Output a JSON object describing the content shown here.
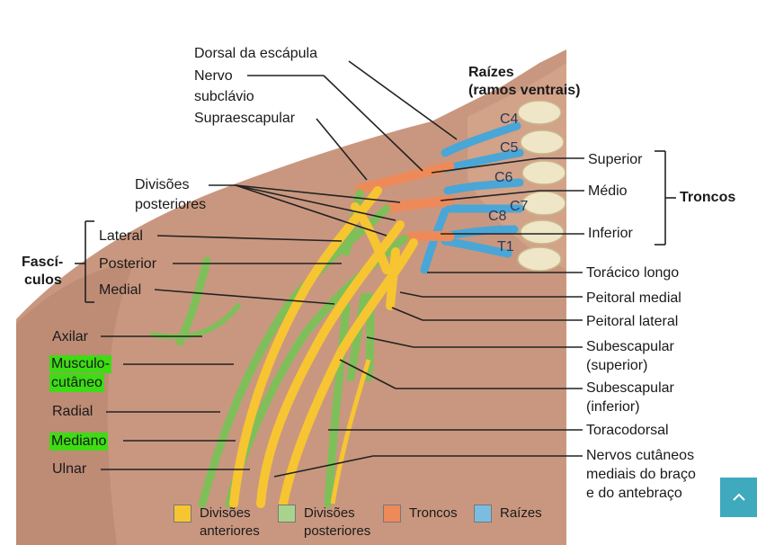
{
  "colors": {
    "anterior": "#f7c531",
    "posterior": "#7fbf5a",
    "trunk": "#ee8a5a",
    "root": "#4aa6d6",
    "highlight": "#3ddc14",
    "scroll_button": "#3fa9bd"
  },
  "labels": {
    "dorsal_escapula": "Dorsal da escápula",
    "nervo_subclavio_1": "Nervo",
    "nervo_subclavio_2": "subclávio",
    "supraescapular": "Supraescapular",
    "divisoes_posteriores_1": "Divisões",
    "divisoes_posteriores_2": "posteriores",
    "raizes_1": "Raízes",
    "raizes_2": "(ramos ventrais)",
    "superior": "Superior",
    "medio": "Médio",
    "inferior": "Inferior",
    "troncos": "Troncos",
    "fasciculos_1": "Fascí-",
    "fasciculos_2": "culos",
    "lateral": "Lateral",
    "posterior": "Posterior",
    "medial": "Medial",
    "toracico_longo": "Torácico longo",
    "peitoral_medial": "Peitoral medial",
    "peitoral_lateral": "Peitoral lateral",
    "subescapular_sup_1": "Subescapular",
    "subescapular_sup_2": "(superior)",
    "subescapular_inf_1": "Subescapular",
    "subescapular_inf_2": "(inferior)",
    "toracodorsal": "Toracodorsal",
    "cutaneos_1": "Nervos cutâneos",
    "cutaneos_2": "mediais do braço",
    "cutaneos_3": "e do antebraço",
    "axilar": "Axilar",
    "musculocutaneo_1": "Musculo-",
    "musculocutaneo_2": "cutâneo",
    "radial": "Radial",
    "mediano": "Mediano",
    "ulnar": "Ulnar"
  },
  "vertebra_labels": [
    "C4",
    "C5",
    "C6",
    "C7",
    "C8",
    "T1"
  ],
  "legend": [
    {
      "line1": "Divisões",
      "line2": "anteriores",
      "color": "#f7c531"
    },
    {
      "line1": "Divisões",
      "line2": "posteriores",
      "color": "#a9d38c"
    },
    {
      "line1": "Troncos",
      "line2": "",
      "color": "#ee8a5a"
    },
    {
      "line1": "Raízes",
      "line2": "",
      "color": "#7bbde0"
    }
  ],
  "scroll_top": {
    "icon": "chevron-up-icon"
  }
}
